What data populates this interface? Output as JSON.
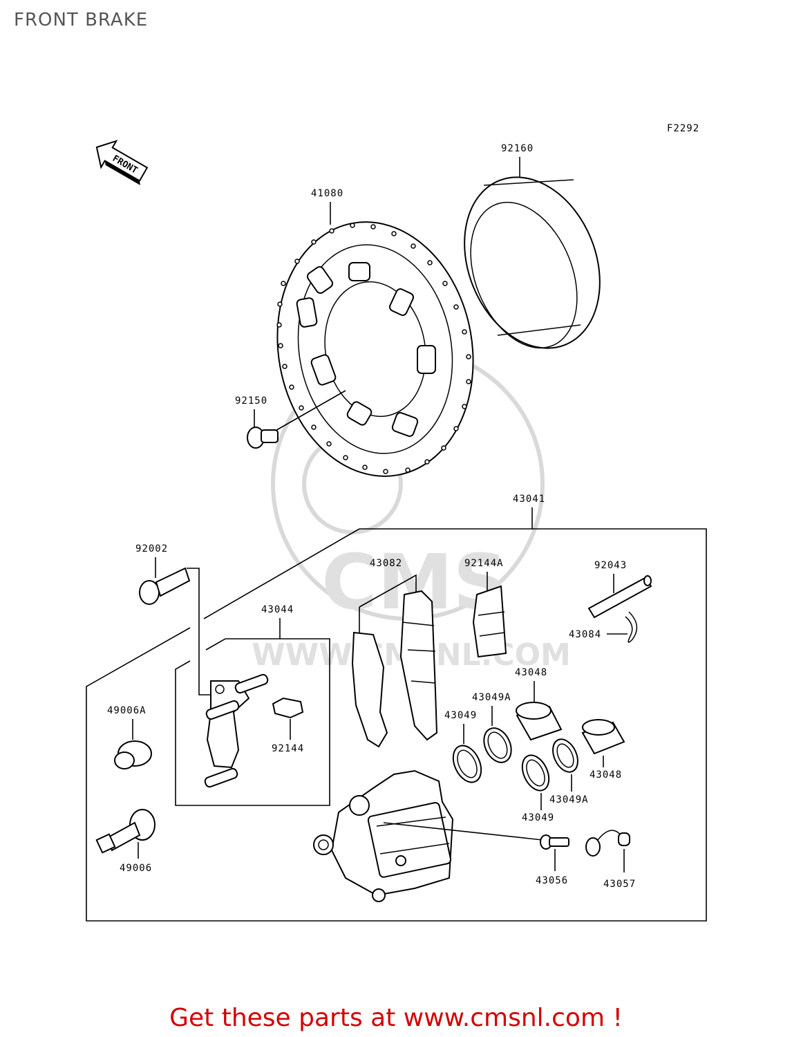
{
  "title": "FRONT BRAKE",
  "figure_code": "F2292",
  "front_label": "FRONT",
  "watermark": {
    "logo": "CMS",
    "url": "WWW.CMSNL.COM"
  },
  "parts": {
    "p41080": "41080",
    "p92160": "92160",
    "p92150": "92150",
    "p43041": "43041",
    "p92002": "92002",
    "p43082": "43082",
    "p92144A": "92144A",
    "p92043": "92043",
    "p43044": "43044",
    "p43084": "43084",
    "p43048a": "43048",
    "p49006A": "49006A",
    "p43049Aa": "43049A",
    "p43049a": "43049",
    "p92144": "92144",
    "p43048b": "43048",
    "p43049Ab": "43049A",
    "p43049b": "43049",
    "p49006": "49006",
    "p43056": "43056",
    "p43057": "43057"
  },
  "footer": {
    "text": "Get these parts at www.cmsnl.com !",
    "color": "#d40000"
  }
}
